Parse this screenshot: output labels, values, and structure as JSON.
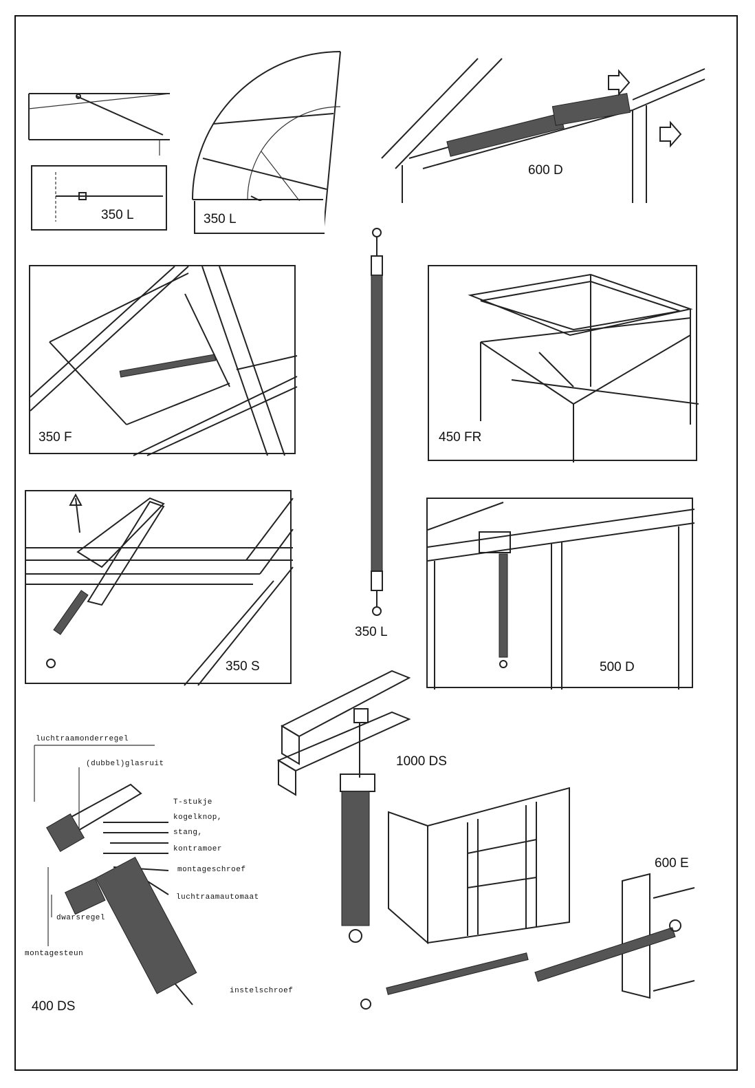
{
  "figures": [
    {
      "id": "fig-350l-small",
      "label": "350 L"
    },
    {
      "id": "fig-350l-arc",
      "label": "350 L"
    },
    {
      "id": "fig-600d",
      "label": "600 D"
    },
    {
      "id": "fig-350f",
      "label": "350 F"
    },
    {
      "id": "fig-450fr",
      "label": "450 FR"
    },
    {
      "id": "fig-350s",
      "label": "350 S"
    },
    {
      "id": "fig-350l-center",
      "label": "350 L"
    },
    {
      "id": "fig-500d",
      "label": "500 D"
    },
    {
      "id": "fig-1000ds",
      "label": "1000 DS"
    },
    {
      "id": "fig-400ds",
      "label": "400 DS"
    },
    {
      "id": "fig-600e",
      "label": "600 E"
    }
  ],
  "parts_400ds": [
    "luchtraamonderregel",
    "(dubbel)glasruit",
    "T-stukje",
    "kogelknop,",
    "stang,",
    "kontramoer",
    "montageschroef",
    "luchtraamautomaat",
    "dwarsregel",
    "montagesteun",
    "instelschroef"
  ]
}
